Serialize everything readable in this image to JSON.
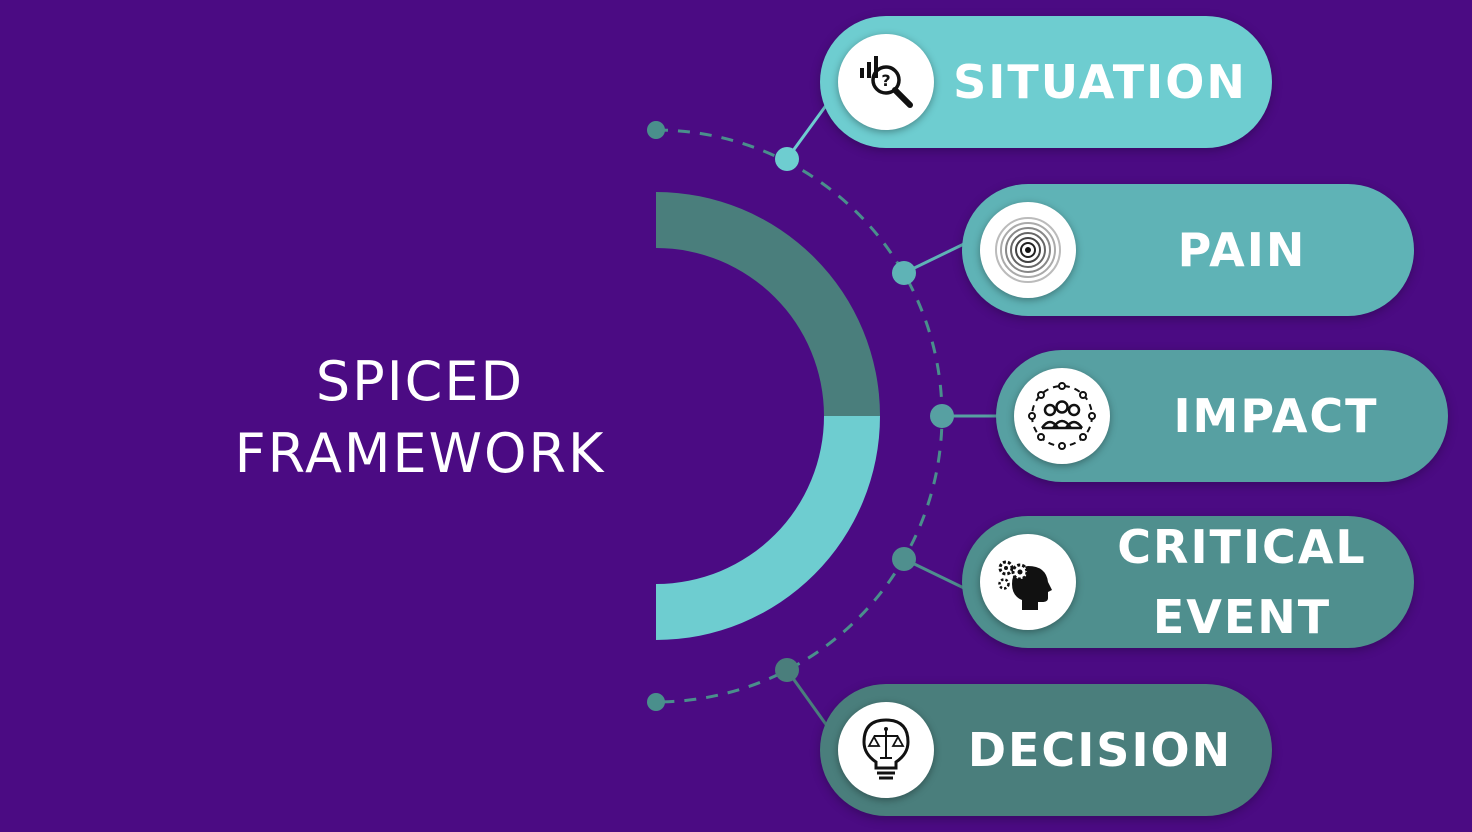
{
  "title": {
    "line1": "SPICED",
    "line2": "FRAMEWORK"
  },
  "colors": {
    "background": "#4b0b83",
    "teal_light": "#6ecdd0",
    "teal_mid": "#5fb3b6",
    "teal_dark": "#4a7e7c",
    "icon_bg": "#ffffff"
  },
  "steps": [
    {
      "id": "situation",
      "label": "SITUATION",
      "icon": "magnifier-chart-icon"
    },
    {
      "id": "pain",
      "label": "PAIN",
      "icon": "concentric-rings-icon"
    },
    {
      "id": "impact",
      "label": "IMPACT",
      "icon": "people-network-icon"
    },
    {
      "id": "critical-event",
      "label": "CRITICAL",
      "label2": "EVENT",
      "icon": "head-gears-icon"
    },
    {
      "id": "decision",
      "label": "DECISION",
      "icon": "lightbulb-scale-icon"
    }
  ]
}
